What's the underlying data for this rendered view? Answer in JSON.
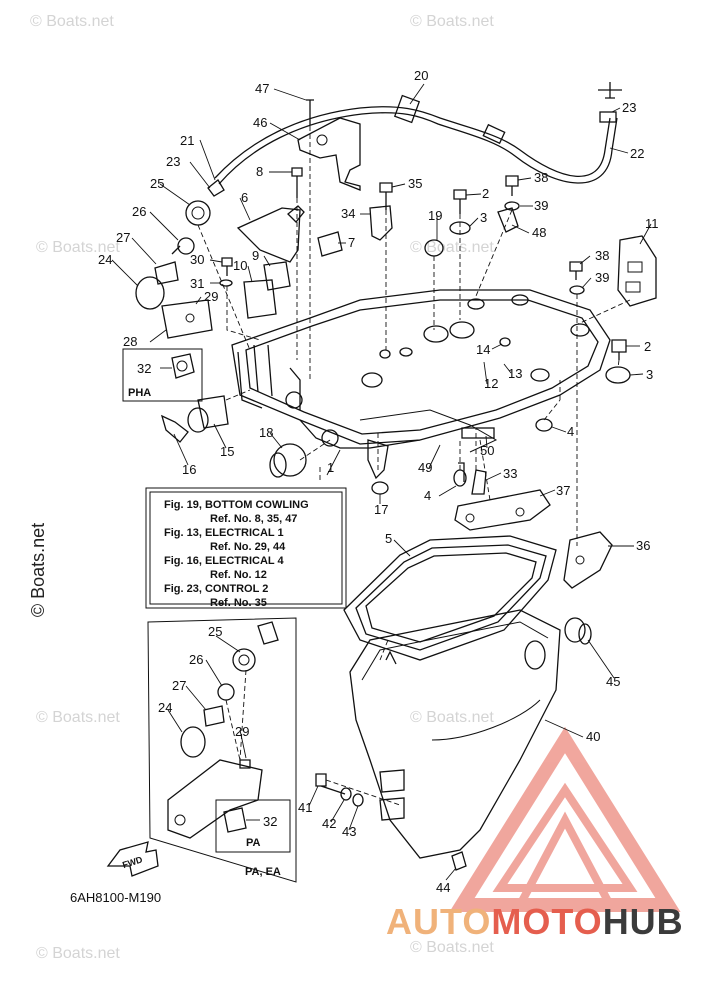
{
  "watermark": {
    "text": "© Boats.net",
    "side_text": "© Boats.net"
  },
  "parts": [
    {
      "num": "20"
    },
    {
      "num": "47"
    },
    {
      "num": "46"
    },
    {
      "num": "23"
    },
    {
      "num": "22"
    },
    {
      "num": "21"
    },
    {
      "num": "8"
    },
    {
      "num": "35"
    },
    {
      "num": "2"
    },
    {
      "num": "38"
    },
    {
      "num": "39"
    },
    {
      "num": "23"
    },
    {
      "num": "25"
    },
    {
      "num": "6"
    },
    {
      "num": "34"
    },
    {
      "num": "19"
    },
    {
      "num": "3"
    },
    {
      "num": "48"
    },
    {
      "num": "26"
    },
    {
      "num": "7"
    },
    {
      "num": "11"
    },
    {
      "num": "27"
    },
    {
      "num": "9"
    },
    {
      "num": "30"
    },
    {
      "num": "10"
    },
    {
      "num": "38"
    },
    {
      "num": "24"
    },
    {
      "num": "31"
    },
    {
      "num": "39"
    },
    {
      "num": "29"
    },
    {
      "num": "28"
    },
    {
      "num": "2"
    },
    {
      "num": "14"
    },
    {
      "num": "32"
    },
    {
      "num": "13"
    },
    {
      "num": "12"
    },
    {
      "num": "3"
    },
    {
      "num": "4"
    },
    {
      "num": "18"
    },
    {
      "num": "15"
    },
    {
      "num": "16"
    },
    {
      "num": "50"
    },
    {
      "num": "1"
    },
    {
      "num": "49"
    },
    {
      "num": "33"
    },
    {
      "num": "4"
    },
    {
      "num": "17"
    },
    {
      "num": "37"
    },
    {
      "num": "5"
    },
    {
      "num": "36"
    },
    {
      "num": "25"
    },
    {
      "num": "26"
    },
    {
      "num": "45"
    },
    {
      "num": "27"
    },
    {
      "num": "40"
    },
    {
      "num": "24"
    },
    {
      "num": "29"
    },
    {
      "num": "41"
    },
    {
      "num": "42"
    },
    {
      "num": "43"
    },
    {
      "num": "32"
    },
    {
      "num": "44"
    }
  ],
  "inset_pha": {
    "label": "PHA",
    "part": "32"
  },
  "inset_pa": {
    "label": "PA",
    "part": "32",
    "footer": "PA, EA"
  },
  "reference_box": {
    "lines": [
      "Fig. 19, BOTTOM COWLING",
      "Ref. No. 8, 35, 47",
      "Fig. 13, ELECTRICAL 1",
      "Ref. No. 29, 44",
      "Fig. 16, ELECTRICAL 4",
      "Ref. No. 12",
      "Fig. 23, CONTROL 2",
      "Ref. No. 35"
    ]
  },
  "fwd_label": "FWD",
  "diagram_code": "6AH8100-M190",
  "brand": {
    "part1": "AUTO",
    "part2": "MOTO",
    "part3": "HUB"
  },
  "colors": {
    "brand_light": "#f0b27a",
    "brand_red": "#e55e4e",
    "brand_dark": "#3b3b3b",
    "logo_red": "#e55e4e"
  }
}
